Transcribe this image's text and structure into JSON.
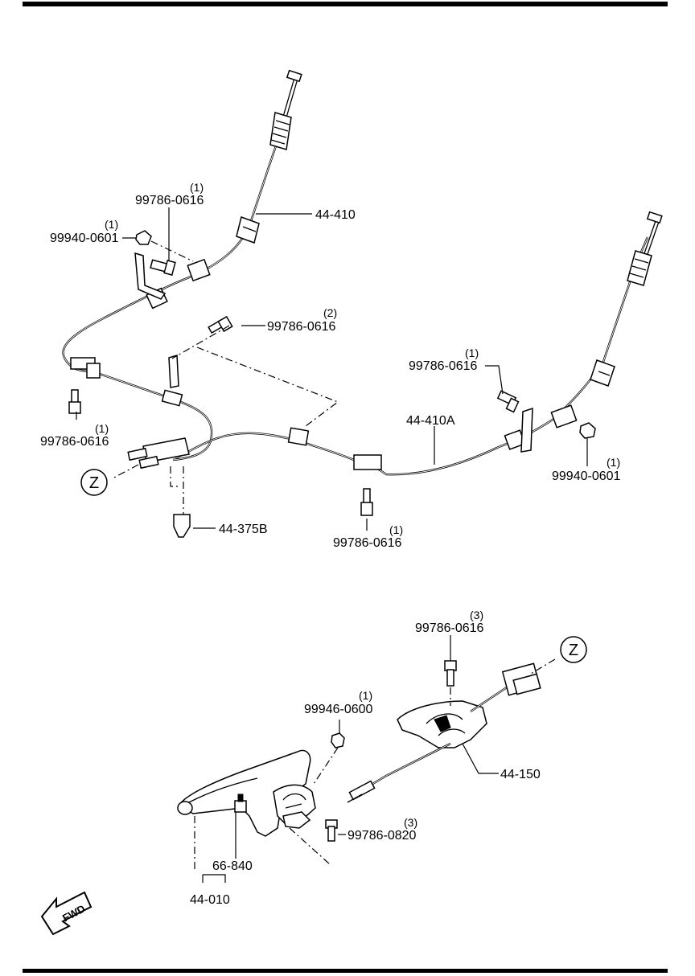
{
  "diagram": {
    "parts": {
      "cable_right": "44-410",
      "cable_left": "44-410A",
      "clip": "44-375B",
      "lever_assembly": "44-010",
      "knob": "66-840",
      "equalizer": "44-150"
    },
    "fasteners": [
      {
        "part_no": "99786-0616",
        "qty": "(1)"
      },
      {
        "part_no": "99940-0601",
        "qty": "(1)"
      },
      {
        "part_no": "99786-0616",
        "qty": "(2)"
      },
      {
        "part_no": "99786-0616",
        "qty": "(1)"
      },
      {
        "part_no": "99786-0616",
        "qty": "(1)"
      },
      {
        "part_no": "99940-0601",
        "qty": "(1)"
      },
      {
        "part_no": "99786-0616",
        "qty": "(1)"
      },
      {
        "part_no": "99786-0616",
        "qty": "(3)"
      },
      {
        "part_no": "99946-0600",
        "qty": "(1)"
      },
      {
        "part_no": "99786-0820",
        "qty": "(3)"
      }
    ],
    "reference_marks": [
      "Z",
      "Z"
    ],
    "direction": "FWD"
  }
}
